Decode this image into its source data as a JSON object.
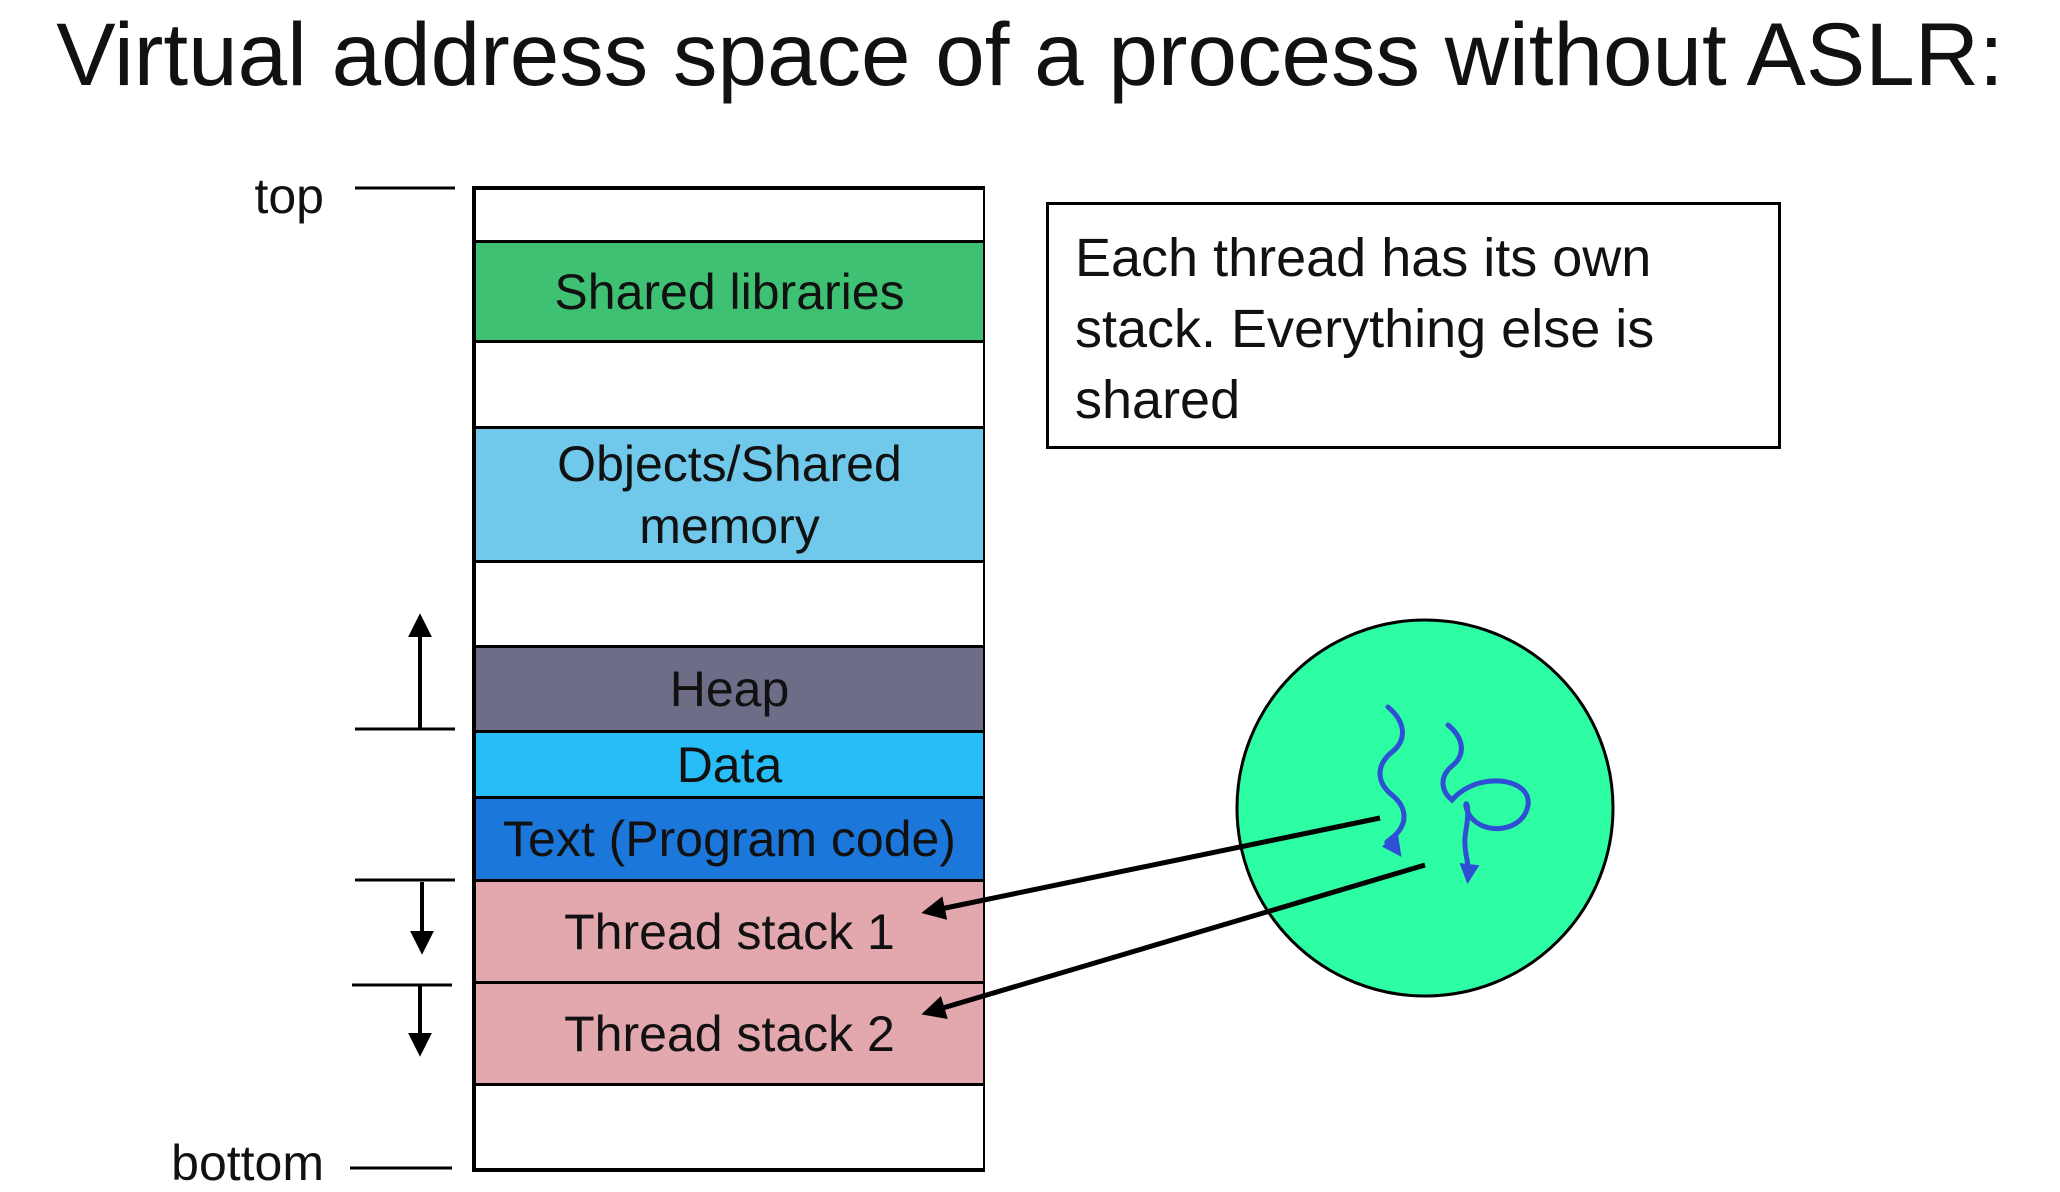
{
  "title": "Virtual address space of a process without ASLR:",
  "axis": {
    "top_label": "top",
    "bottom_label": "bottom"
  },
  "segments": [
    {
      "key": "empty",
      "label": "",
      "color": "#ffffff"
    },
    {
      "key": "shared_libraries",
      "label": "Shared libraries",
      "color": "#3fc173"
    },
    {
      "key": "empty",
      "label": "",
      "color": "#ffffff"
    },
    {
      "key": "objects",
      "label": "Objects/Shared memory",
      "color": "#70c8ea"
    },
    {
      "key": "empty",
      "label": "",
      "color": "#ffffff"
    },
    {
      "key": "heap",
      "label": "Heap",
      "color": "#6e6d88"
    },
    {
      "key": "data",
      "label": "Data",
      "color": "#29bdf8"
    },
    {
      "key": "text",
      "label": "Text (Program code)",
      "color": "#1c77db"
    },
    {
      "key": "thread_stack_1",
      "label": "Thread stack 1",
      "color": "#e3a7ae"
    },
    {
      "key": "thread_stack_2",
      "label": "Thread stack 2",
      "color": "#e3a7ae"
    },
    {
      "key": "empty",
      "label": "",
      "color": "#ffffff"
    }
  ],
  "note": {
    "text": "Each thread has its own stack.  Everything else is shared"
  },
  "process_circle": {
    "color": "#2dfda3",
    "thread_color": "#2f4fd4",
    "thread_count": 2
  }
}
